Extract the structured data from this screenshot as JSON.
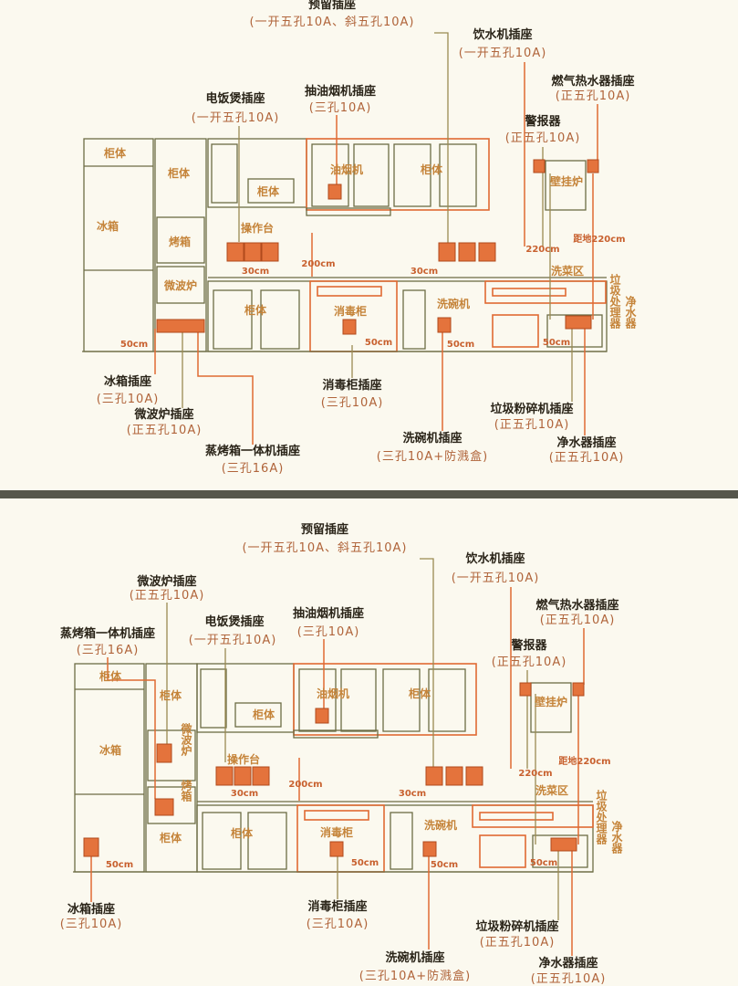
{
  "colors": {
    "accent": "#e06a32",
    "line": "#6c6c44",
    "background": "#fbf9ef"
  },
  "top": {
    "sockets": [
      {
        "title": "预留插座",
        "spec": "(一开五孔10A、斜五孔10A)"
      },
      {
        "title": "饮水机插座",
        "spec": "(一开五孔10A)"
      },
      {
        "title": "燃气热水器插座",
        "spec": "(正五孔10A)"
      },
      {
        "title": "电饭煲插座",
        "spec": "(一开五孔10A)"
      },
      {
        "title": "抽油烟机插座",
        "spec": "(三孔10A)"
      },
      {
        "title": "警报器",
        "spec": "(正五孔10A)"
      },
      {
        "title": "冰箱插座",
        "spec": "(三孔10A)"
      },
      {
        "title": "微波炉插座",
        "spec": "(正五孔10A)"
      },
      {
        "title": "蒸烤箱一体机插座",
        "spec": "(三孔16A)"
      },
      {
        "title": "消毒柜插座",
        "spec": "(三孔10A)"
      },
      {
        "title": "洗碗机插座",
        "spec": "(三孔10A+防溅盒)"
      },
      {
        "title": "垃圾粉碎机插座",
        "spec": "(正五孔10A)"
      },
      {
        "title": "净水器插座",
        "spec": "(正五孔10A)"
      }
    ],
    "cabinets": [
      "柜体",
      "柜体",
      "冰箱",
      "烤箱",
      "微波炉",
      "柜体",
      "油烟机",
      "柜体",
      "壁挂炉",
      "操作台",
      "洗菜区",
      "柜体",
      "消毒柜",
      "洗碗机",
      "垃圾处理器",
      "净水器"
    ],
    "dims": [
      "200cm",
      "30cm",
      "30cm",
      "220cm",
      "距地220cm",
      "50cm",
      "50cm",
      "50cm",
      "50cm"
    ]
  },
  "bottom": {
    "sockets": [
      {
        "title": "预留插座",
        "spec": "(一开五孔10A、斜五孔10A)"
      },
      {
        "title": "饮水机插座",
        "spec": "(一开五孔10A)"
      },
      {
        "title": "微波炉插座",
        "spec": "(正五孔10A)"
      },
      {
        "title": "燃气热水器插座",
        "spec": "(正五孔10A)"
      },
      {
        "title": "蒸烤箱一体机插座",
        "spec": "(三孔16A)"
      },
      {
        "title": "电饭煲插座",
        "spec": "(一开五孔10A)"
      },
      {
        "title": "抽油烟机插座",
        "spec": "(三孔10A)"
      },
      {
        "title": "警报器",
        "spec": "(正五孔10A)"
      },
      {
        "title": "冰箱插座",
        "spec": "(三孔10A)"
      },
      {
        "title": "消毒柜插座",
        "spec": "(三孔10A)"
      },
      {
        "title": "垃圾粉碎机插座",
        "spec": "(正五孔10A)"
      },
      {
        "title": "洗碗机插座",
        "spec": "(三孔10A+防溅盒)"
      },
      {
        "title": "净水器插座",
        "spec": "(正五孔10A)"
      }
    ],
    "cabinets": [
      "柜体",
      "冰箱",
      "柜体",
      "微波炉",
      "烤箱",
      "柜体",
      "柜体",
      "油烟机",
      "柜体",
      "壁挂炉",
      "操作台",
      "洗菜区",
      "柜体",
      "消毒柜",
      "洗碗机",
      "垃圾处理器",
      "净水器"
    ],
    "dims": [
      "200cm",
      "30cm",
      "30cm",
      "220cm",
      "距地220cm",
      "50cm",
      "50cm",
      "50cm",
      "50cm"
    ]
  }
}
